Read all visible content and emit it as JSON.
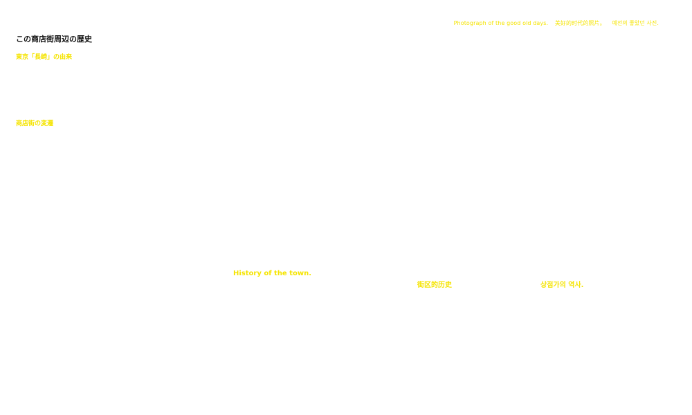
{
  "caption": {
    "items": [
      "Photograph of the good old days.",
      "美好的时代的照片。",
      "예전의 좋았던 사진."
    ]
  },
  "page": {
    "title": "この商店街周辺の歴史"
  },
  "sections": [
    {
      "heading": "東京「長崎」の由来"
    },
    {
      "heading": "商店街の変遷"
    }
  ],
  "overlay": {
    "english": "History of the town.",
    "chinese": "街区的历史",
    "korean": "상점가의 역사."
  },
  "colors": {
    "accent": "#f5e400",
    "title": "#111111",
    "background": "#ffffff"
  }
}
